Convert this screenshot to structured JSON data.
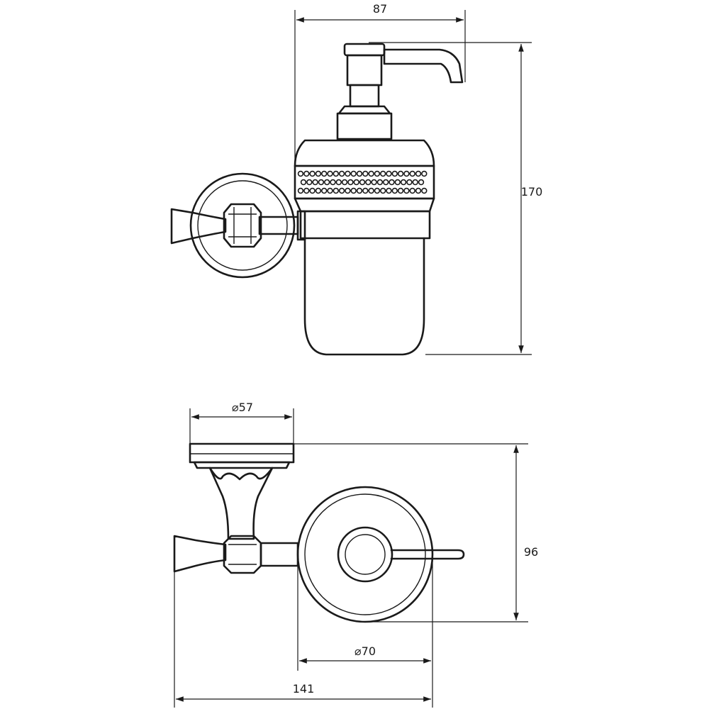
{
  "dimensions": {
    "top_width": "87",
    "height": "170",
    "bottom_diameter_small": "⌀57",
    "bottom_depth": "96",
    "bottom_diameter_large": "⌀70",
    "total_length": "141"
  },
  "colors": {
    "line": "#1a1a1a",
    "background": "#ffffff"
  },
  "views": [
    "front-view",
    "top-view"
  ]
}
